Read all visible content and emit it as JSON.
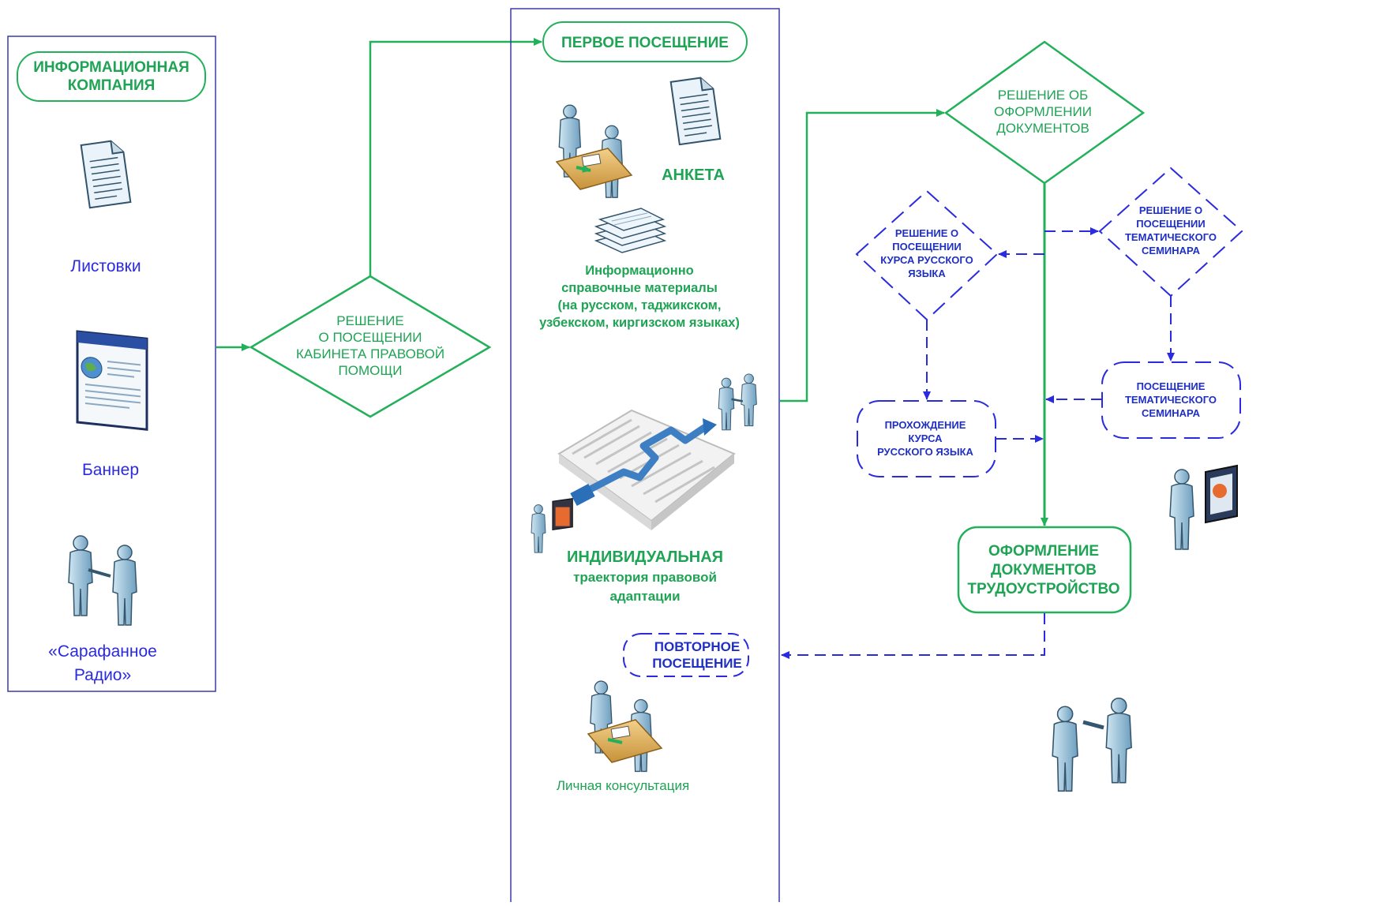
{
  "colors": {
    "green": "#22b05a",
    "green_text": "#1fa354",
    "blue": "#2a2ae0",
    "navy": "#1f2fc4",
    "panel_border": "#3a3aa8"
  },
  "info_panel": {
    "title_line1": "ИНФОРМАЦИОННАЯ",
    "title_line2": "КОМПАНИЯ",
    "leaflets": "Листовки",
    "banner": "Баннер",
    "word_of_mouth_line1": "«Сарафанное",
    "word_of_mouth_line2": "Радио»"
  },
  "decision_legal_office": {
    "line1": "РЕШЕНИЕ",
    "line2": "О ПОСЕЩЕНИИ",
    "line3": "КАБИНЕТА ПРАВОВОЙ",
    "line4": "ПОМОЩИ"
  },
  "first_visit_panel": {
    "title": "ПЕРВОЕ ПОСЕЩЕНИЕ",
    "questionnaire": "АНКЕТА",
    "materials_line1": "Информационно",
    "materials_line2": "справочные материалы",
    "materials_line3": "(на русском, таджикском,",
    "materials_line4": "узбекском, киргизском языках)",
    "trajectory_line1": "ИНДИВИДУАЛЬНАЯ",
    "trajectory_line2": "траектория правовой",
    "trajectory_line3": "адаптации",
    "repeat_visit_line1": "ПОВТОРНОЕ",
    "repeat_visit_line2": "ПОСЕЩЕНИЕ",
    "personal_consultation": "Личная консультация"
  },
  "decision_documents": {
    "line1": "РЕШЕНИЕ ОБ",
    "line2": "ОФОРМЛЕНИИ",
    "line3": "ДОКУМЕНТОВ"
  },
  "decision_russian_course": {
    "line1": "РЕШЕНИЕ О",
    "line2": "ПОСЕЩЕНИИ",
    "line3": "КУРСА РУССКОГО",
    "line4": "ЯЗЫКА"
  },
  "decision_seminar": {
    "line1": "РЕШЕНИЕ О",
    "line2": "ПОСЕЩЕНИИ",
    "line3": "ТЕМАТИЧЕСКОГО",
    "line4": "СЕМИНАРА"
  },
  "russian_course": {
    "line1": "ПРОХОЖДЕНИЕ",
    "line2": "КУРСА",
    "line3": "РУССКОГО ЯЗЫКА"
  },
  "seminar_visit": {
    "line1": "ПОСЕЩЕНИЕ",
    "line2": "ТЕМАТИЧЕСКОГО",
    "line3": "СЕМИНАРА"
  },
  "employment": {
    "line1": "ОФОРМЛЕНИЕ",
    "line2": "ДОКУМЕНТОВ",
    "line3": "ТРУДОУСТРОЙСТВО"
  },
  "icons": [
    "document-icon",
    "browser-window-icon",
    "handshake-icon",
    "meeting-desk-icon",
    "paper-stack-icon",
    "maze-icon",
    "presentation-icon"
  ]
}
